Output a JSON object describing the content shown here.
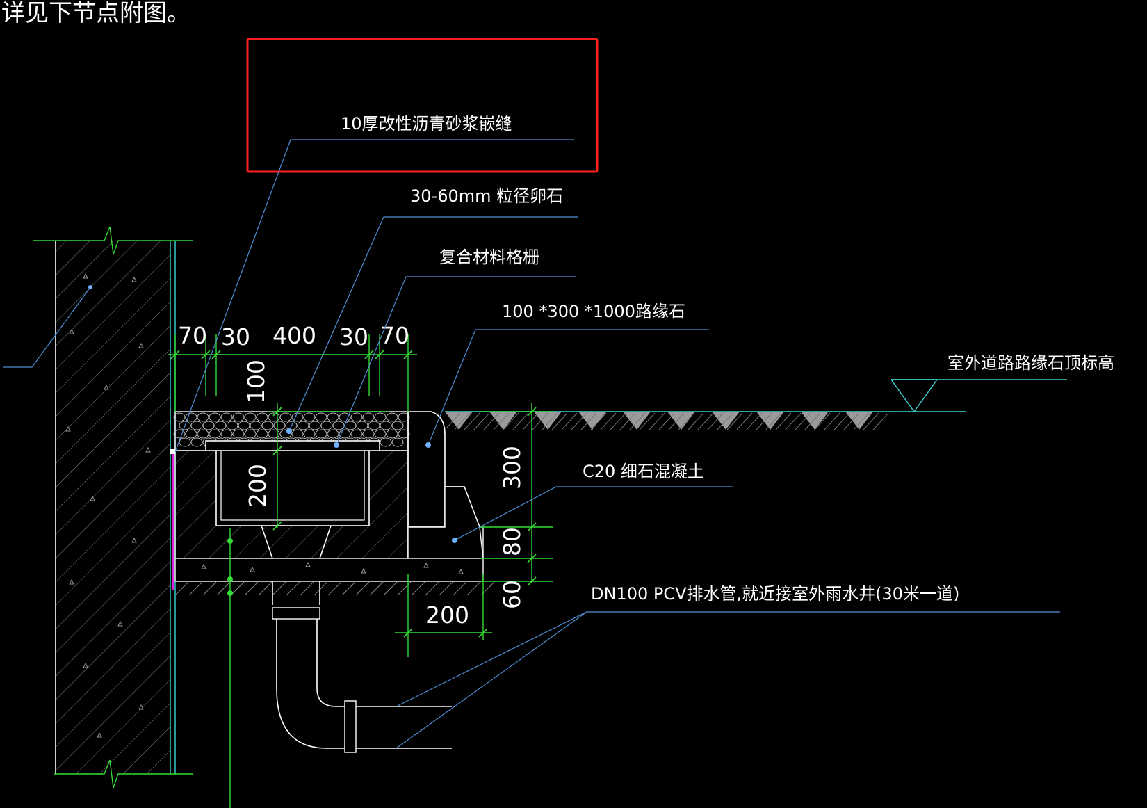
{
  "header_text": "详见下节点附图。",
  "highlight": {
    "color": "#ff2020"
  },
  "labels": {
    "mortar_joint": "10厚改性沥青砂浆嵌缝",
    "gravel": "30-60mm  粒径卵石",
    "grate": "复合材料格栅",
    "curb": "100 *300 *1000路缘石",
    "road_top": "室外道路路缘石顶标高",
    "concrete": "C20 细石混凝土",
    "pipe": "DN100 PCV排水管,就近接室外雨水井(30米一道)"
  },
  "dimensions": {
    "d70a": "70",
    "d30a": "30",
    "d400": "400",
    "d30b": "30",
    "d70b": "70",
    "d100": "100",
    "d200v": "200",
    "d300": "300",
    "d80": "80",
    "d60": "60",
    "d200h": "200"
  },
  "colors": {
    "background": "#000000",
    "leader": "#4f8fd6",
    "dimension": "#33dd33",
    "outline": "#ffffff",
    "wall_edge": "#3cd6d6",
    "membrane": "#e020e0",
    "ground": "#888888"
  }
}
